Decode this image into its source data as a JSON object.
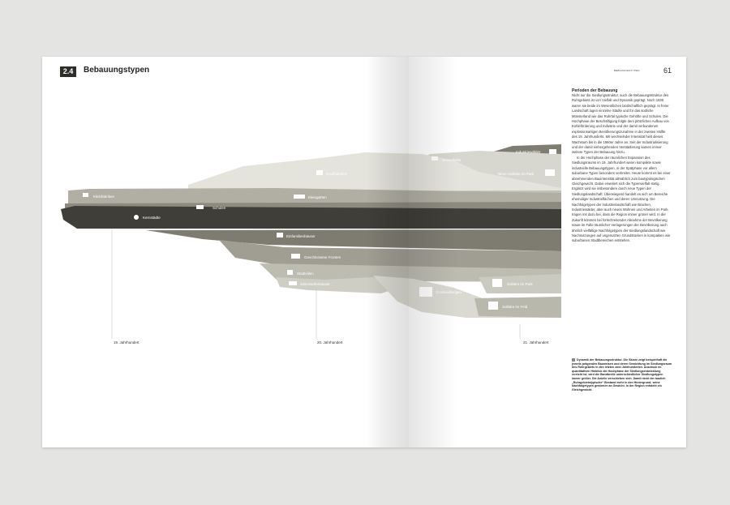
{
  "chapter": {
    "number": "2.4",
    "title": "Bebauungstypen"
  },
  "running_header": "BEBAUUNGSTYPEN",
  "page_number": "61",
  "timeline": [
    "19. Jahrhundert",
    "20. Jahrhundert",
    "21. Jahrhundert"
  ],
  "bands": {
    "kleinfabriken": "Kleinfabriken",
    "schulen": "Schulen",
    "kernstaedte": "Kernstädte",
    "grossfabriken": "Großfabriken",
    "kleingaerten": "Kleingärten",
    "brownfields": "Brownfields",
    "industriewaelder": "Industriewälder",
    "neue_gebiete": "Neue Gebiete im Park",
    "einfamilienhaeuser": "Einfamilienhäuser",
    "geschlossene_fronten": "Geschlossene Fronten",
    "stadtvillen": "Stadtvillen",
    "zeilenwohnhaeuser": "Zeilenwohnhäuser",
    "grossfeldungen": "Großsiedlungen",
    "solitaere_park": "Solitäre im Park",
    "solitaere_feld": "Solitäre im Feld"
  },
  "sidebar": {
    "title": "Perioden der Bebauung",
    "paragraph1": "Nicht nur die Siedlungsstruktur, auch die Bebauungsstruktur des Ruhrgebiets ist von Vielfalt und Dynamik geprägt. Noch 1830 waren sie beide im Wesentlichen landschaftlich geprägt. In freier Landschaft lagen einzelne Städte und für das südliche Münsterland wie das Ruhrtal typische Gehöfte und Schulen. Die Hochphase der Beschäftigung folgte dem plötzlichen Aufbau von Kohleförderung und Industrie und der damit verbundenen explosionsartigen Bevölkerungszunahme in der zweiten Hälfte des 19. Jahrhunderts. Mit wechselnder Intensität hielt dieses Wachstum bis in die 1960er Jahre an. Seit der Industrialisierung und der damit einhergehenden Verstädterung kamen immer weitere Typen der Bebauung hinzu.",
    "paragraph2": "In der Hochphase der räumlichen Expansion des Siedlungsraums im 19. Jahrhundert waren kompakte sowie industrielle Bebauungstypen, in der Spätphase vor allem suburbane Typen besonders verbreitet. Heute kommt es bei einer abnehmenden Bauintensität allmählich zum bautypologischen Gleichgewicht. Dabei erweitert sich die Typenvielfalt stetig. Ergänzt wird sie insbesondere durch neue Typen der Siedlungslandschaft: Überwiegend handelt es sich um Bereiche ehemaliger Industrieflächen und deren Umnutzung. Die Nachfolgetypen der Industrielandschaft wie Brachen, Industriewälder, aber auch neues Wohnen und Arbeiten im Park, tragen mit dazu bei, dass die Region immer grüner wird. In der Zukunft könnten bei fortschreitender Abnahme der Bevölkerung sowie im Falle räumlicher Verlagerungen der Bevölkerung auch ähnlich vielfältige Nachfolgetypen der Siedlungslandschaft wie Nachnutzungen auf ungenutzten Grundstücken in kompakten wie suburbanen Stadtbereichen entstehen."
  },
  "caption": "Dynamik der Bebauungsstruktur. Die Skizze zeigt beispielhaft die jeweils prägenden Bauweisen und deren Gewichtung im Siedlungsraum des Ruhrgebiets in den letzten zwei Jahrhunderten. Ausdruck im quantitativen Hinblick die Hochphase der Siedlungsentwicklung erreicht ist, wird die Bandbreite unterschiedlicher Siedlungstypen immer größer. Die Anteile verschieben sich. Damit rückt der baulich „Ruhrgebietstypische“ Bestand mehr in den Hintergrund; seine Nachfolgetypen gewinnen an Gewicht. In der Region entsteht ein Gleichgewicht."
}
